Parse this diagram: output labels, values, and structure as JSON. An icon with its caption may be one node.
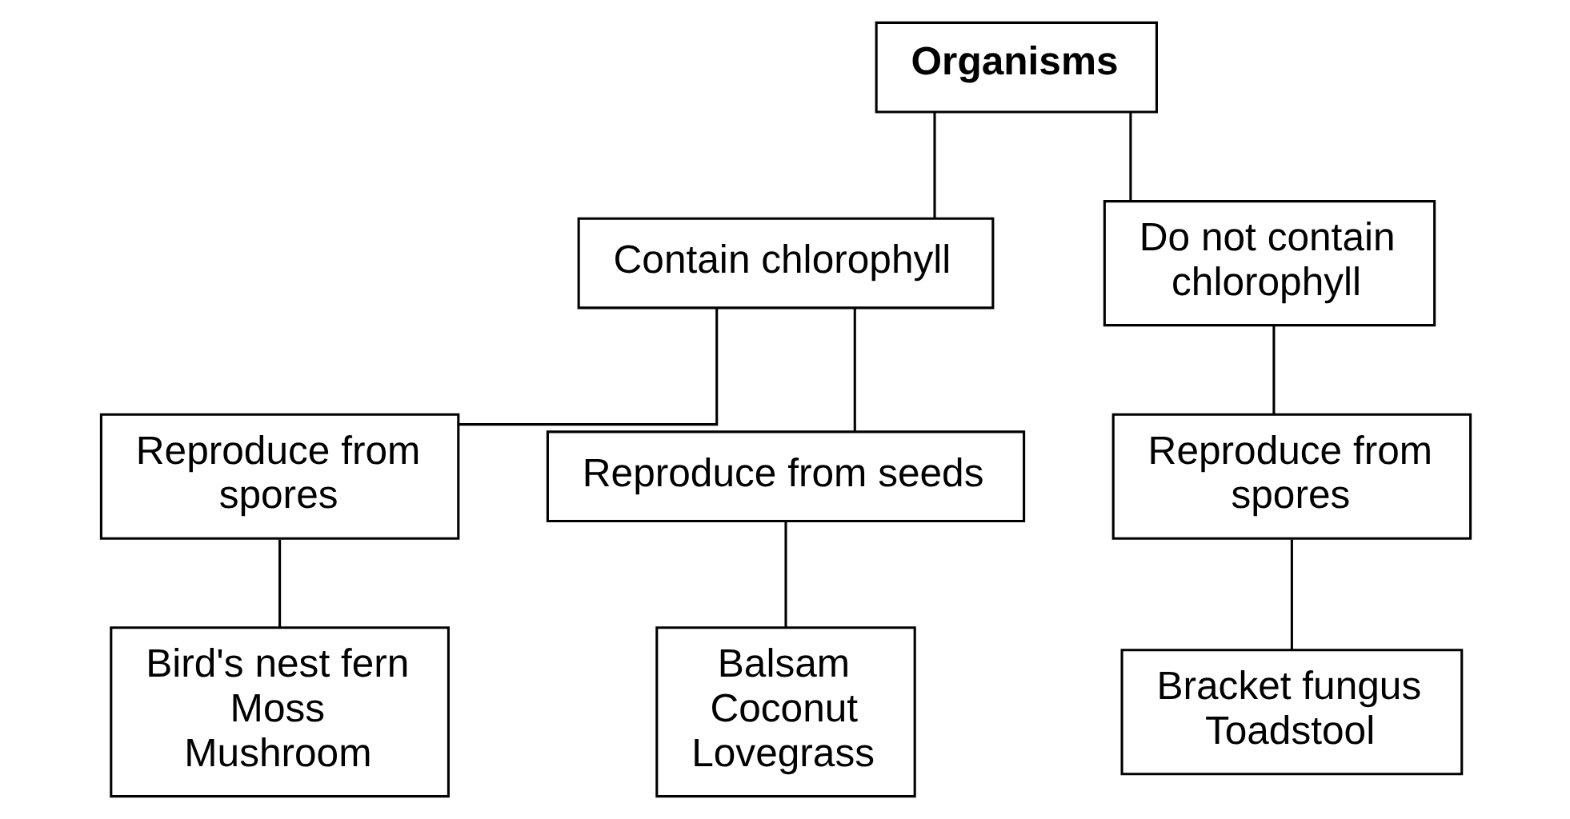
{
  "diagram": {
    "nodes": [
      {
        "text": [
          "Organisms"
        ]
      },
      {
        "text": [
          "Contain chlorophyll"
        ]
      },
      {
        "text": [
          "Do not contain chlorophyll"
        ]
      },
      {
        "text": [
          "Reproduce from spores"
        ]
      },
      {
        "text": [
          "Reproduce from seeds"
        ]
      },
      {
        "text": [
          "Bird's nest fern",
          "Moss",
          "Mushroom"
        ]
      },
      {
        "text": [
          "Balsam",
          "Coconut",
          "Lovegrass"
        ]
      },
      {
        "text": [
          "Reproduce from spores"
        ]
      },
      {
        "text": [
          "Bracket fungus",
          "Toadstool"
        ]
      }
    ],
    "edges": [
      {
        "from": 0,
        "to": 1,
        "arrow": "none"
      },
      {
        "from": 0,
        "to": 2,
        "arrow": "none"
      },
      {
        "from": 1,
        "to": 3,
        "arrow": "none"
      },
      {
        "from": 1,
        "to": 4,
        "arrow": "none"
      },
      {
        "from": 3,
        "to": 5,
        "arrow": "none"
      },
      {
        "from": 4,
        "to": 6,
        "arrow": "none"
      },
      {
        "from": 2,
        "to": 7,
        "arrow": "none"
      },
      {
        "from": 7,
        "to": 8,
        "arrow": "none"
      }
    ]
  }
}
